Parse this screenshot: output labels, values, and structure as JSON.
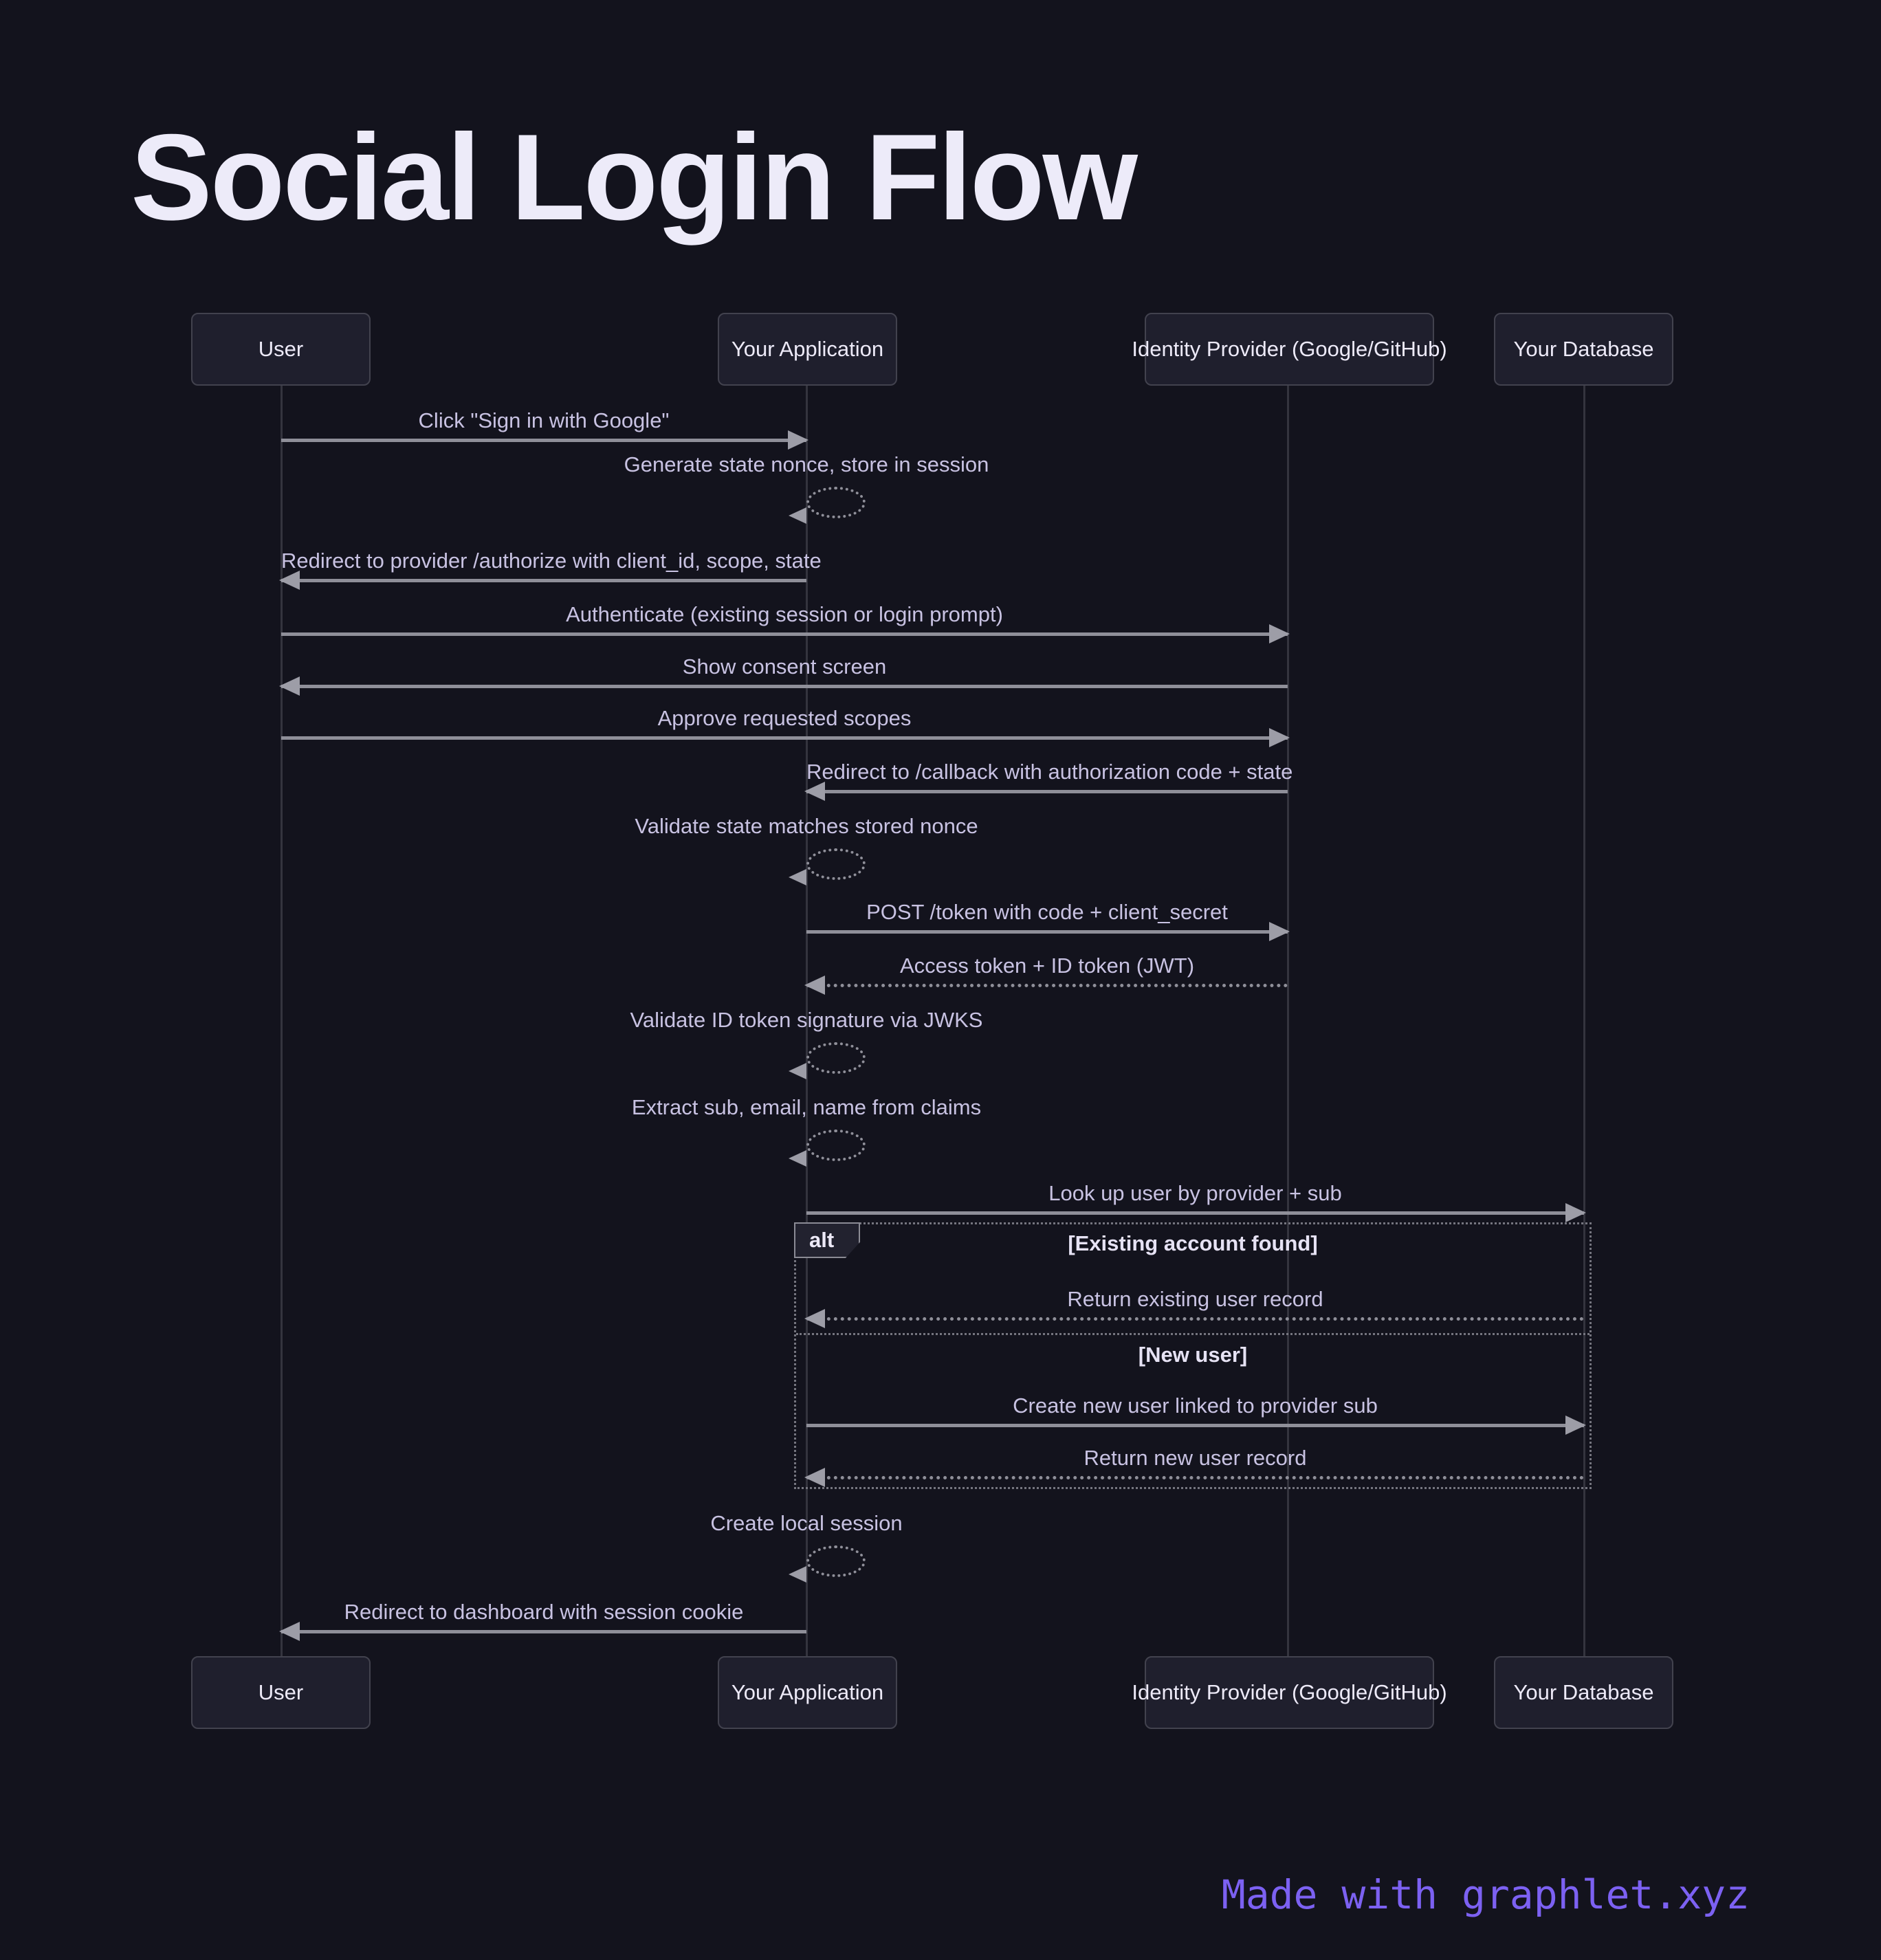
{
  "title": "Social Login Flow",
  "actors": [
    {
      "label": "User"
    },
    {
      "label": "Your Application"
    },
    {
      "label": "Identity Provider (Google/GitHub)"
    },
    {
      "label": "Your Database"
    }
  ],
  "messages": [
    {
      "text": "Click \"Sign in with Google\"",
      "from": "User",
      "to": "Your Application",
      "line": "solid",
      "kind": "arrow"
    },
    {
      "text": "Generate state nonce, store in session",
      "from": "Your Application",
      "to": "Your Application",
      "line": "dotted",
      "kind": "self"
    },
    {
      "text": "Redirect to provider /authorize with client_id, scope, state",
      "from": "Your Application",
      "to": "User",
      "line": "solid",
      "kind": "arrow"
    },
    {
      "text": "Authenticate (existing session or login prompt)",
      "from": "User",
      "to": "Identity Provider (Google/GitHub)",
      "line": "solid",
      "kind": "arrow"
    },
    {
      "text": "Show consent screen",
      "from": "Identity Provider (Google/GitHub)",
      "to": "User",
      "line": "solid",
      "kind": "arrow"
    },
    {
      "text": "Approve requested scopes",
      "from": "User",
      "to": "Identity Provider (Google/GitHub)",
      "line": "solid",
      "kind": "arrow"
    },
    {
      "text": "Redirect to /callback with authorization code + state",
      "from": "Identity Provider (Google/GitHub)",
      "to": "Your Application",
      "line": "solid",
      "kind": "arrow"
    },
    {
      "text": "Validate state matches stored nonce",
      "from": "Your Application",
      "to": "Your Application",
      "line": "dotted",
      "kind": "self"
    },
    {
      "text": "POST /token with code + client_secret",
      "from": "Your Application",
      "to": "Identity Provider (Google/GitHub)",
      "line": "solid",
      "kind": "arrow"
    },
    {
      "text": "Access token + ID token (JWT)",
      "from": "Identity Provider (Google/GitHub)",
      "to": "Your Application",
      "line": "dashed",
      "kind": "arrow"
    },
    {
      "text": "Validate ID token signature via JWKS",
      "from": "Your Application",
      "to": "Your Application",
      "line": "dotted",
      "kind": "self"
    },
    {
      "text": "Extract sub, email, name from claims",
      "from": "Your Application",
      "to": "Your Application",
      "line": "dotted",
      "kind": "self"
    },
    {
      "text": "Look up user by provider + sub",
      "from": "Your Application",
      "to": "Your Database",
      "line": "solid",
      "kind": "arrow"
    },
    {
      "text": "Return existing user record",
      "from": "Your Database",
      "to": "Your Application",
      "line": "dashed",
      "kind": "arrow"
    },
    {
      "text": "Create new user linked to provider sub",
      "from": "Your Application",
      "to": "Your Database",
      "line": "solid",
      "kind": "arrow"
    },
    {
      "text": "Return new user record",
      "from": "Your Database",
      "to": "Your Application",
      "line": "dashed",
      "kind": "arrow"
    },
    {
      "text": "Create local session",
      "from": "Your Application",
      "to": "Your Application",
      "line": "dotted",
      "kind": "self"
    },
    {
      "text": "Redirect to dashboard with session cookie",
      "from": "Your Application",
      "to": "User",
      "line": "solid",
      "kind": "arrow"
    }
  ],
  "alt_frame": {
    "label": "alt",
    "conditions": [
      "[Existing account found]",
      "[New user]"
    ]
  },
  "footer": "Made with graphlet.xyz",
  "colors": {
    "background": "#13131d",
    "box_fill": "#1f1f2d",
    "box_border": "#42424e",
    "actor_text": "#edeaf8",
    "message_text": "#c8c2e2",
    "arrow": "#8f8f99",
    "lifeline": "#34343e",
    "frame_border": "#75757f",
    "title_text": "#edebf9",
    "footer_accent": "#7c61f2"
  }
}
